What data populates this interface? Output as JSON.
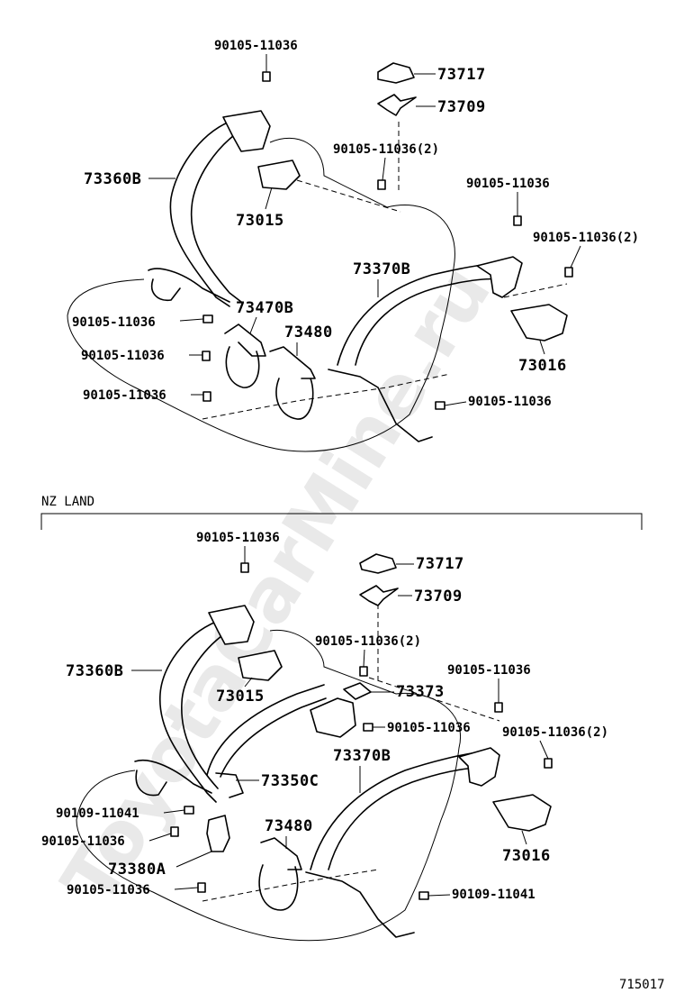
{
  "section_title": "NZ LAND",
  "watermark": "ToyotaCarMine.ru",
  "figure_code": "715017",
  "top_labels": {
    "bolt_top": "90105-11036",
    "cover_73717": "73717",
    "anchor_73709": "73709",
    "bolt_center_2": "90105-11036(2)",
    "bolt_right": "90105-11036",
    "bolt_right_2": "90105-11036(2)",
    "belt_left": "73360B",
    "bracket_73015": "73015",
    "belt_right": "73370B",
    "buckle_73470B": "73470B",
    "buckle_73480": "73480",
    "bolt_left_1": "90105-11036",
    "bolt_left_2": "90105-11036",
    "bolt_left_3": "90105-11036",
    "bolt_bottom_right": "90105-11036",
    "bracket_73016": "73016"
  },
  "bottom_labels": {
    "bolt_top": "90105-11036",
    "cover_73717": "73717",
    "anchor_73709": "73709",
    "bolt_center_2": "90105-11036(2)",
    "bolt_right": "90105-11036",
    "bolt_right_2": "90105-11036(2)",
    "belt_left": "73360B",
    "bracket_73015": "73015",
    "part_73373": "73373",
    "bolt_retractor": "90105-11036",
    "belt_right": "73370B",
    "belt_73350C": "73350C",
    "bolt_90109_left": "90109-11041",
    "bolt_left_2": "90105-11036",
    "buckle_73380A": "73380A",
    "buckle_73480": "73480",
    "bolt_left_3": "90105-11036",
    "bolt_90109_right": "90109-11041",
    "bracket_73016": "73016"
  }
}
